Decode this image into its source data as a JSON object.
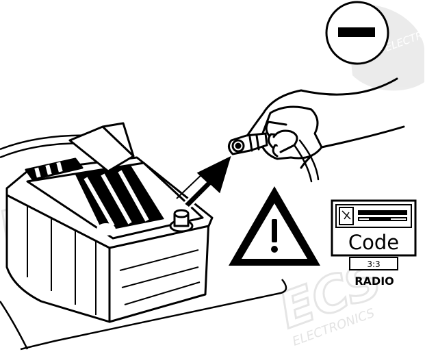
{
  "watermark": {
    "brand": "ECS",
    "subtitle": "ELECTRONICS"
  },
  "radio_panel": {
    "code_label": "Code",
    "counter": "3:3",
    "caption": "RADIO"
  },
  "polarity_symbol": "negative-terminal-icon",
  "colors": {
    "ink": "#000000",
    "paper": "#ffffff",
    "watermark": "#d9d9d9"
  }
}
